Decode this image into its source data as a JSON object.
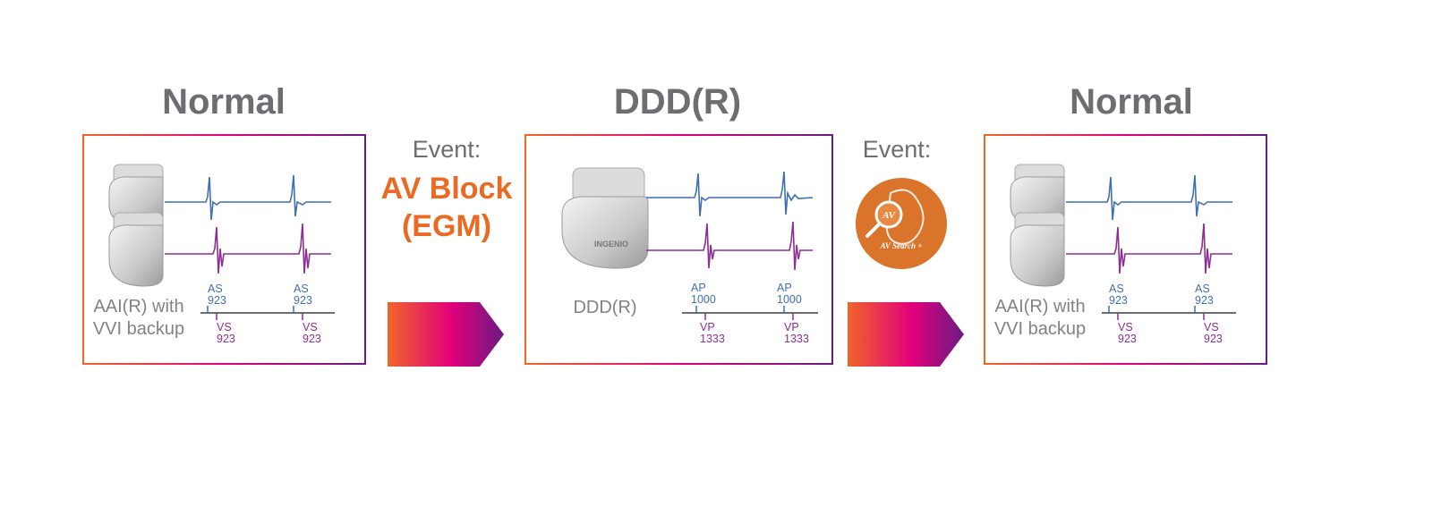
{
  "panels": [
    {
      "title": "Normal",
      "mode_label_lines": [
        "AAI(R) with",
        "VVI backup"
      ],
      "markers": [
        {
          "row": "top",
          "name": "AS",
          "value": "923"
        },
        {
          "row": "top",
          "name": "AS",
          "value": "923"
        },
        {
          "row": "bottom",
          "name": "VS",
          "value": "923"
        },
        {
          "row": "bottom",
          "name": "VS",
          "value": "923"
        }
      ]
    },
    {
      "title": "DDD(R)",
      "mode_label_lines": [
        "DDD(R)"
      ],
      "markers": [
        {
          "row": "top",
          "name": "AP",
          "value": "1000"
        },
        {
          "row": "top",
          "name": "AP",
          "value": "1000"
        },
        {
          "row": "bottom",
          "name": "VP",
          "value": "1333"
        },
        {
          "row": "bottom",
          "name": "VP",
          "value": "1333"
        }
      ]
    },
    {
      "title": "Normal",
      "mode_label_lines": [
        "AAI(R) with",
        "VVI backup"
      ],
      "markers": [
        {
          "row": "top",
          "name": "AS",
          "value": "923"
        },
        {
          "row": "top",
          "name": "AS",
          "value": "923"
        },
        {
          "row": "bottom",
          "name": "VS",
          "value": "923"
        },
        {
          "row": "bottom",
          "name": "VS",
          "value": "923"
        }
      ]
    }
  ],
  "events": [
    {
      "heading": "Event:",
      "body_lines": [
        "AV Block",
        "(EGM)"
      ]
    },
    {
      "heading": "Event:",
      "badge_top": "AV",
      "badge_bottom": "AV Search +"
    }
  ],
  "device_label": "INGENIO",
  "colors": {
    "title_gray": "#6d6e71",
    "label_gray": "#808285",
    "event_orange": "#ea6a24",
    "atrial_blue": "#3f6fb5",
    "ventricular_purple": "#8c2e93",
    "gradient_start": "#f26522",
    "gradient_mid": "#e2007a",
    "gradient_end": "#6a1b84",
    "badge_orange": "#d9742a"
  },
  "icons": [
    "pacemaker-device-icon",
    "heart-magnifier-icon",
    "chevron-arrow-icon"
  ]
}
